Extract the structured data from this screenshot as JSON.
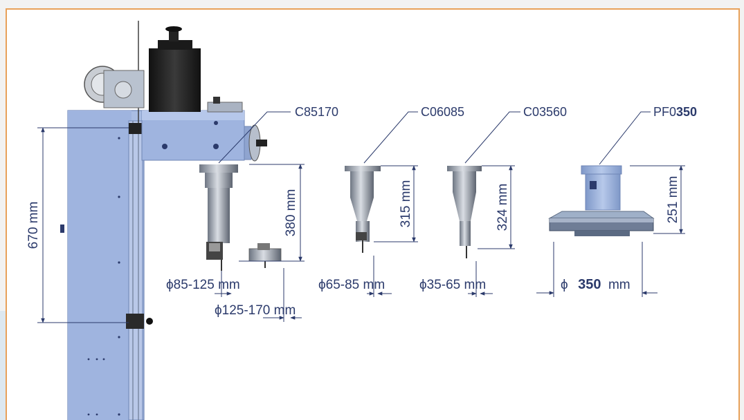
{
  "labels": {
    "part1": "C85170",
    "part2": "C06085",
    "part3": "C03560",
    "part4_prefix": "PF0",
    "part4_suffix": "350"
  },
  "dimensions": {
    "column_height": "670 mm",
    "head1_height": "380 mm",
    "head2_height": "315 mm",
    "head3_height": "324 mm",
    "head4_height": "251 mm",
    "head1_diam": "ϕ85-125 mm",
    "head1_diam_alt": "ϕ125-170 mm",
    "head2_diam": "ϕ65-85 mm",
    "head3_diam": "ϕ35-65 mm",
    "head4_diam_symbol": "ϕ",
    "head4_diam_value": "350",
    "head4_diam_unit": "mm"
  },
  "colors": {
    "frame_border": "#e8a15a",
    "machine_blue": "#9db3dc",
    "text_navy": "#2b3a6b"
  }
}
